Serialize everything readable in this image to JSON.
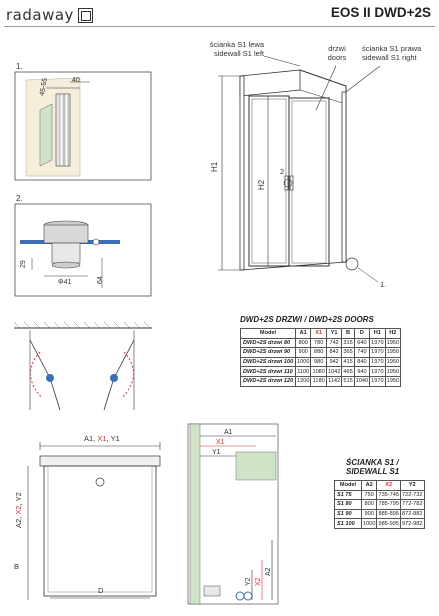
{
  "header": {
    "logo_text": "radaway",
    "title": "EOS II DWD+2S"
  },
  "callouts": {
    "sidewall_left": [
      "ścianka S1 lewa",
      "sidewall S1 left"
    ],
    "doors": [
      "drzwi",
      "doors"
    ],
    "sidewall_right": [
      "ścianka S1 prawa",
      "sidewall S1 right"
    ]
  },
  "dimensions": {
    "h1": "H1",
    "h2": "H2",
    "step_marker": "1.",
    "hinge_mark": "2",
    "a1x1y1": [
      "A1",
      "X1",
      "Y1"
    ],
    "a2x2y2": [
      "A2",
      "X2",
      "Y2"
    ],
    "b": "B",
    "d": "D",
    "detail_a1": "A1",
    "detail_x1": "X1",
    "detail_y1": "Y1",
    "detail_y2": "Y2",
    "detail_x2": "X2",
    "detail_a2": "A2"
  },
  "details": {
    "step1": "1.",
    "step1_range": "45-55",
    "step1_value": "40",
    "step2": "2.",
    "step2_h": "29",
    "step2_diam": "Φ41",
    "step2_side": "64"
  },
  "doors_table": {
    "title": "DWD+2S DRZWI /  DWD+2S DOORS",
    "headers": [
      "Model",
      "A1",
      "X1",
      "Y1",
      "B",
      "D",
      "H1",
      "H2"
    ],
    "rows": [
      [
        "DWD+2S drzwi 80",
        "800",
        "780",
        "742",
        "315",
        "640",
        "1970",
        "1950"
      ],
      [
        "DWD+2S drzwi 90",
        "900",
        "880",
        "842",
        "365",
        "740",
        "1970",
        "1950"
      ],
      [
        "DWD+2S drzwi 100",
        "1000",
        "980",
        "942",
        "415",
        "840",
        "1970",
        "1950"
      ],
      [
        "DWD+2S drzwi 110",
        "1100",
        "1080",
        "1042",
        "465",
        "940",
        "1970",
        "1950"
      ],
      [
        "DWD+2S drzwi 120",
        "1200",
        "1180",
        "1142",
        "515",
        "1040",
        "1970",
        "1950"
      ]
    ]
  },
  "sidewall_table": {
    "title_line1": "ŚCIANKA S1 /",
    "title_line2": "SIDEWALL S1",
    "headers": [
      "Model",
      "A2",
      "X2",
      "Y2"
    ],
    "rows": [
      [
        "S1 75",
        "750",
        "735-745",
        "722-732"
      ],
      [
        "S1 80",
        "800",
        "785-795",
        "772-782"
      ],
      [
        "S1 90",
        "900",
        "885-895",
        "872-882"
      ],
      [
        "S1 100",
        "1000",
        "985-995",
        "972-982"
      ]
    ]
  },
  "colors": {
    "accent_red": "#e0302a",
    "hinge_blue": "#3a6fb8",
    "glass_green": "#cfe3c6",
    "line": "#333333"
  }
}
